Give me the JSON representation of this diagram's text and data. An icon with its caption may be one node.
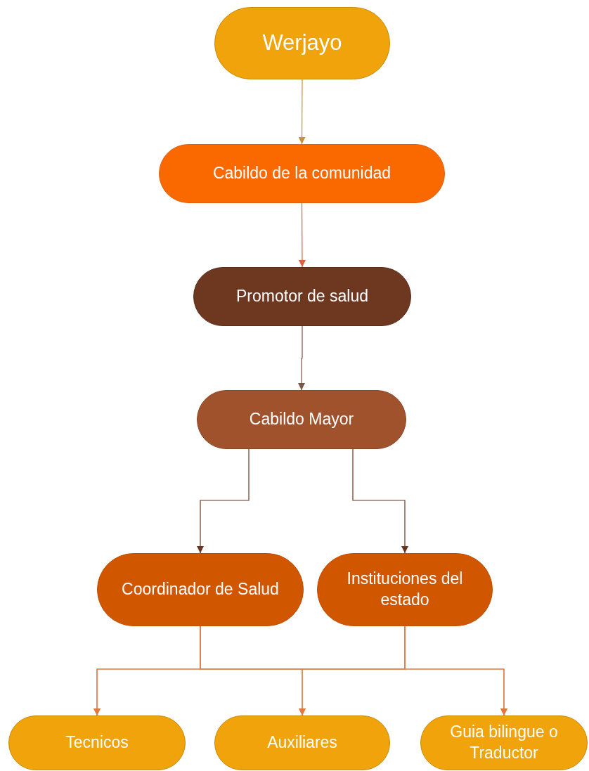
{
  "diagram": {
    "nodes": [
      {
        "text": [
          "Werjayo"
        ]
      },
      {
        "text": [
          "Cabildo de la comunidad"
        ]
      },
      {
        "text": [
          "Promotor de salud"
        ]
      },
      {
        "text": [
          "Cabildo Mayor"
        ]
      },
      {
        "text": [
          "Coordinador de Salud"
        ]
      },
      {
        "text": [
          "Instituciones del estado"
        ]
      },
      {
        "text": [
          "Tecnicos"
        ]
      },
      {
        "text": [
          "Auxiliares"
        ]
      },
      {
        "text": [
          "Guia bilingue o Traductor"
        ]
      }
    ],
    "edges": [
      {
        "from": 0,
        "to": 1,
        "arrow": "to",
        "color": "#c8923a"
      },
      {
        "from": 1,
        "to": 2,
        "arrow": "to",
        "color": "#e0603a"
      },
      {
        "from": 2,
        "to": 3,
        "arrow": "to",
        "color": "#7a5444"
      },
      {
        "from": 3,
        "to": 4,
        "arrow": "to",
        "color": "#6d3520"
      },
      {
        "from": 3,
        "to": 5,
        "arrow": "to",
        "color": "#6d3520"
      },
      {
        "from": 4,
        "to": 6,
        "arrow": "to"
      },
      {
        "from": 4,
        "to": 7,
        "arrow": "to"
      },
      {
        "from": 4,
        "to": 8,
        "arrow": "to"
      },
      {
        "from": 5,
        "to": 6,
        "arrow": "to"
      },
      {
        "from": 5,
        "to": 7,
        "arrow": "to"
      },
      {
        "from": 5,
        "to": 8,
        "arrow": "to"
      }
    ]
  }
}
